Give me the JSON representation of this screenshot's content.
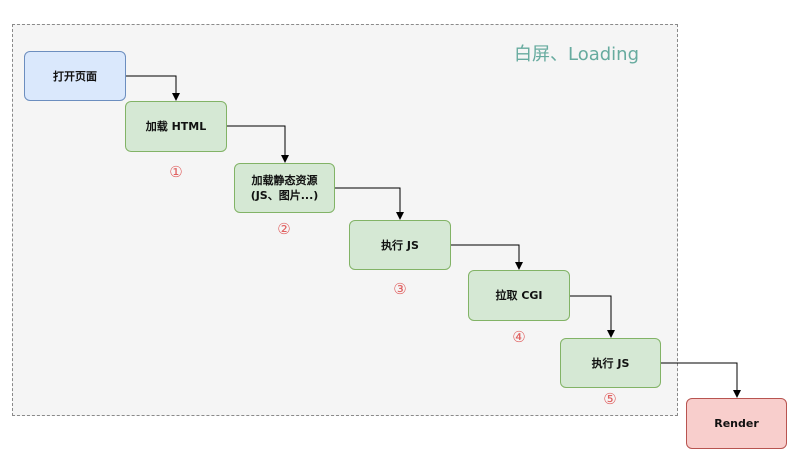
{
  "region": {
    "title": "白屏、Loading"
  },
  "nodes": {
    "open_page": "打开页面",
    "load_html": "加载 HTML",
    "load_static": "加载静态资源\n(JS、图片...)",
    "exec_js_1": "执行 JS",
    "fetch_cgi": "拉取 CGI",
    "exec_js_2": "执行 JS",
    "render": "Render"
  },
  "steps": [
    "①",
    "②",
    "③",
    "④",
    "⑤"
  ],
  "colors": {
    "blue_fill": "#dae8fc",
    "green_fill": "#d5e8d4",
    "red_fill": "#f8cecc",
    "title_color": "#67ab9f",
    "step_color": "#e06060"
  }
}
